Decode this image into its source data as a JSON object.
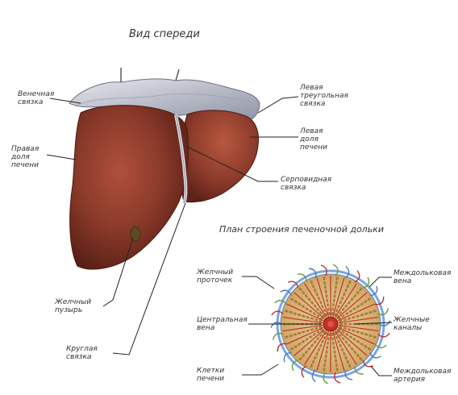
{
  "figure": {
    "view_title": "Вид спереди",
    "lobule_title": "План строения печеночной дольки",
    "liver_labels": {
      "coronary_ligament": "Венечная\nсвязка",
      "left_triangular_ligament": "Левая\nтреугольная\nсвязка",
      "left_lobe": "Левая\nдоля\nпечени",
      "right_lobe": "Правая\nдоля\nпечени",
      "falciform_ligament": "Серповидная\nсвязка",
      "gallbladder": "Желчный\nпузырь",
      "round_ligament": "Круглая\nсвязка"
    },
    "lobule_labels": {
      "bile_duct": "Желчный\nпроточек",
      "central_vein": "Центральная\nвена",
      "liver_cells": "Клетки\nпечени",
      "interlobular_vein": "Междольковая\nвена",
      "bile_canaliculi": "Желчные\nканалы",
      "interlobular_artery": "Междольковая\nартерия"
    },
    "colors": {
      "liver": "#8a3a2a",
      "liver_dark": "#5e2218",
      "ligament": "#c9ccd6",
      "lobule_vessel_blue": "#4a78c8",
      "lobule_vessel_red": "#c0302a",
      "lobule_cells": "#d8b070",
      "bile_green": "#6a9a3a"
    }
  }
}
